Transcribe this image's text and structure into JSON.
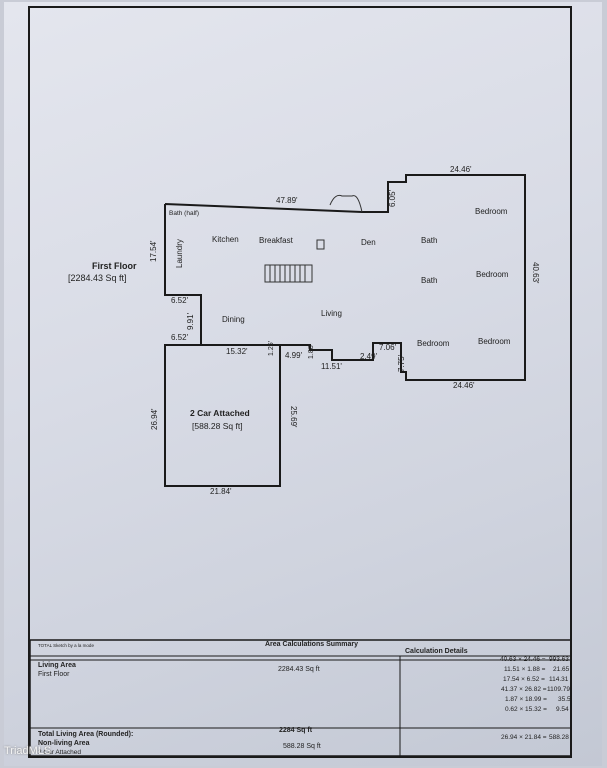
{
  "floor": {
    "title": "First Floor",
    "area": "[2284.43 Sq ft]"
  },
  "garage": {
    "title": "2 Car Attached",
    "area": "[588.28 Sq ft]"
  },
  "rooms": {
    "bath_half": "Bath (half)",
    "laundry": "Laundry",
    "kitchen": "Kitchen",
    "breakfast": "Breakfast",
    "den": "Den",
    "bath1": "Bath",
    "bath2": "Bath",
    "bedroom1": "Bedroom",
    "bedroom2": "Bedroom",
    "bedroom3": "Bedroom",
    "bedroom4": "Bedroom",
    "dining": "Dining",
    "living": "Living"
  },
  "dims": {
    "top": "47.89'",
    "step_v": "6.05'",
    "wing_top": "24.46'",
    "wing_right": "40.63'",
    "wing_bottom": "24.46'",
    "left_upper": "17.54'",
    "notch_top": "6.52'",
    "notch_side": "9.91'",
    "notch_bottom": "6.52'",
    "garage_top": "15.32'",
    "garage_right_small": "1.25'",
    "garage_left": "26.94'",
    "garage_right": "25.69'",
    "garage_bottom": "21.84'",
    "bump_w": "4.99'",
    "bump_h": "1.88'",
    "front": "11.51'",
    "front_step": "2.49'",
    "wing_step_w": "7.06'",
    "wing_step_h": "7.75'"
  },
  "summary": {
    "sketch_note": "TOTAL Sketch by a la mode",
    "title": "Area Calculations Summary",
    "details_title": "Calculation Details",
    "living_area_label": "Living Area",
    "first_floor_label": "First Floor",
    "first_floor_value": "2284.43 Sq ft",
    "total_label": "Total Living Area (Rounded):",
    "total_value": "2284 Sq ft",
    "non_living_label": "Non-living Area",
    "garage_label": "2 Car Attached",
    "garage_value": "588.28 Sq ft",
    "calcs": [
      {
        "expr": "40.63 × 24.46",
        "eq": "=",
        "result": "993.63"
      },
      {
        "expr": "11.51 × 1.88",
        "eq": "=",
        "result": "21.65"
      },
      {
        "expr": "17.54 × 6.52",
        "eq": "=",
        "result": "114.31"
      },
      {
        "expr": "41.37 × 26.82",
        "eq": "=",
        "result": "1109.79"
      },
      {
        "expr": "1.87 × 18.99",
        "eq": "=",
        "result": "35.5"
      },
      {
        "expr": "0.62 × 15.32",
        "eq": "=",
        "result": "9.54"
      }
    ],
    "garage_calc": {
      "expr": "26.94 × 21.84",
      "eq": "=",
      "result": "588.28"
    }
  },
  "watermark": "TriadMLS"
}
